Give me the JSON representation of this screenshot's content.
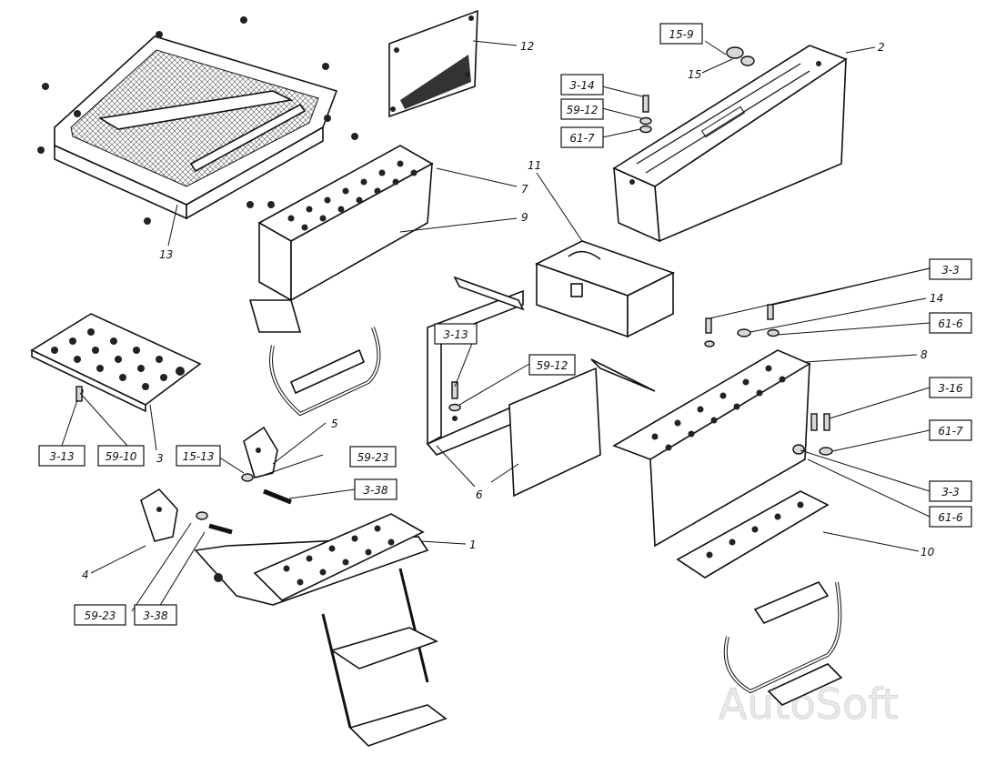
{
  "watermark": "AutoSoft",
  "callouts": [
    {
      "id": "c1",
      "text": "1"
    },
    {
      "id": "c2",
      "text": "2"
    },
    {
      "id": "c3",
      "text": "3"
    },
    {
      "id": "c4",
      "text": "4"
    },
    {
      "id": "c5",
      "text": "5"
    },
    {
      "id": "c6",
      "text": "6"
    },
    {
      "id": "c7",
      "text": "7"
    },
    {
      "id": "c8",
      "text": "8"
    },
    {
      "id": "c9",
      "text": "9"
    },
    {
      "id": "c10",
      "text": "10"
    },
    {
      "id": "c11",
      "text": "11"
    },
    {
      "id": "c12",
      "text": "12"
    },
    {
      "id": "c13",
      "text": "13"
    },
    {
      "id": "c14",
      "text": "14"
    },
    {
      "id": "c15",
      "text": "15"
    }
  ],
  "ref_boxes": [
    {
      "id": "b1",
      "text": "15-9"
    },
    {
      "id": "b2",
      "text": "3-14"
    },
    {
      "id": "b3",
      "text": "59-12"
    },
    {
      "id": "b4",
      "text": "61-7"
    },
    {
      "id": "b5",
      "text": "3-3"
    },
    {
      "id": "b6",
      "text": "61-6"
    },
    {
      "id": "b7",
      "text": "3-13"
    },
    {
      "id": "b8",
      "text": "59-12"
    },
    {
      "id": "b9",
      "text": "3-16"
    },
    {
      "id": "b10",
      "text": "61-7"
    },
    {
      "id": "b11",
      "text": "3-3"
    },
    {
      "id": "b12",
      "text": "61-6"
    },
    {
      "id": "b13",
      "text": "3-13"
    },
    {
      "id": "b14",
      "text": "59-10"
    },
    {
      "id": "b15",
      "text": "15-13"
    },
    {
      "id": "b16",
      "text": "59-23"
    },
    {
      "id": "b17",
      "text": "3-38"
    },
    {
      "id": "b18",
      "text": "59-23"
    },
    {
      "id": "b19",
      "text": "3-38"
    }
  ]
}
